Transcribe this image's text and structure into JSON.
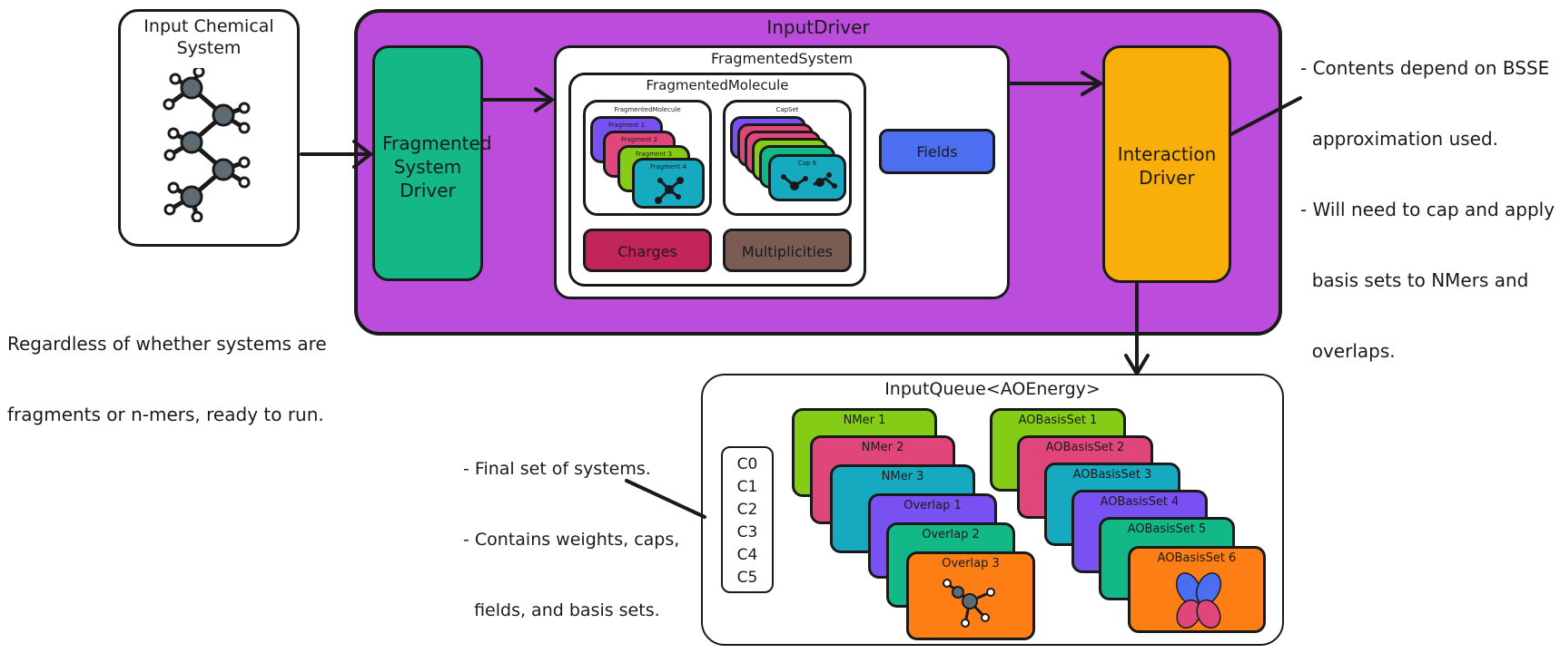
{
  "input_system": {
    "title": "Input Chemical System",
    "icon": "molecule-icon"
  },
  "input_driver": {
    "title": "InputDriver",
    "color": "#BB4CDC"
  },
  "fragmented_system_driver": {
    "label": "Fragmented System Driver",
    "color": "#14B886"
  },
  "fragmented_system": {
    "title": "FragmentedSystem",
    "fragmented_molecule": {
      "title": "FragmentedMolecule",
      "fragments_group": {
        "title": "FragmentedMolecule",
        "items": [
          "Fragment 1",
          "Fragment 2",
          "Fragment 3",
          "Fragment 4"
        ]
      },
      "capset_group": {
        "title": "CapSet",
        "last_label": "Cap 6"
      },
      "charges": {
        "label": "Charges",
        "color": "#C2255C"
      },
      "multiplicities": {
        "label": "Multiplicities",
        "color": "#7A5C52"
      }
    },
    "fields": {
      "label": "Fields",
      "color": "#4B6FF0"
    }
  },
  "interaction_driver": {
    "label": "Interaction Driver",
    "color": "#F9AE09"
  },
  "notes": {
    "bsse": [
      "- Contents depend on BSSE",
      "  approximation used.",
      "- Will need to cap and apply",
      "  basis sets to NMers and",
      "  overlaps."
    ],
    "ready": [
      "Regardless of whether systems are",
      "fragments or n-mers, ready to run."
    ],
    "final": [
      "- Final set of systems.",
      "- Contains weights, caps,",
      "  fields, and basis sets."
    ]
  },
  "input_queue": {
    "title": "InputQueue<AOEnergy>",
    "coefficients": [
      "C0",
      "C1",
      "C2",
      "C3",
      "C4",
      "C5"
    ],
    "systems": [
      {
        "label": "NMer 1",
        "color": "#84CC16"
      },
      {
        "label": "NMer 2",
        "color": "#E0467C"
      },
      {
        "label": "NMer 3",
        "color": "#15AABF"
      },
      {
        "label": "Overlap 1",
        "color": "#7950F2"
      },
      {
        "label": "Overlap 2",
        "color": "#12B886"
      },
      {
        "label": "Overlap 3",
        "color": "#FD7E14"
      }
    ],
    "basis_sets": [
      {
        "label": "AOBasisSet 1",
        "color": "#84CC16"
      },
      {
        "label": "AOBasisSet 2",
        "color": "#E0467C"
      },
      {
        "label": "AOBasisSet 3",
        "color": "#15AABF"
      },
      {
        "label": "AOBasisSet 4",
        "color": "#7950F2"
      },
      {
        "label": "AOBasisSet 5",
        "color": "#12B886"
      },
      {
        "label": "AOBasisSet 6",
        "color": "#FD7E14"
      }
    ]
  }
}
